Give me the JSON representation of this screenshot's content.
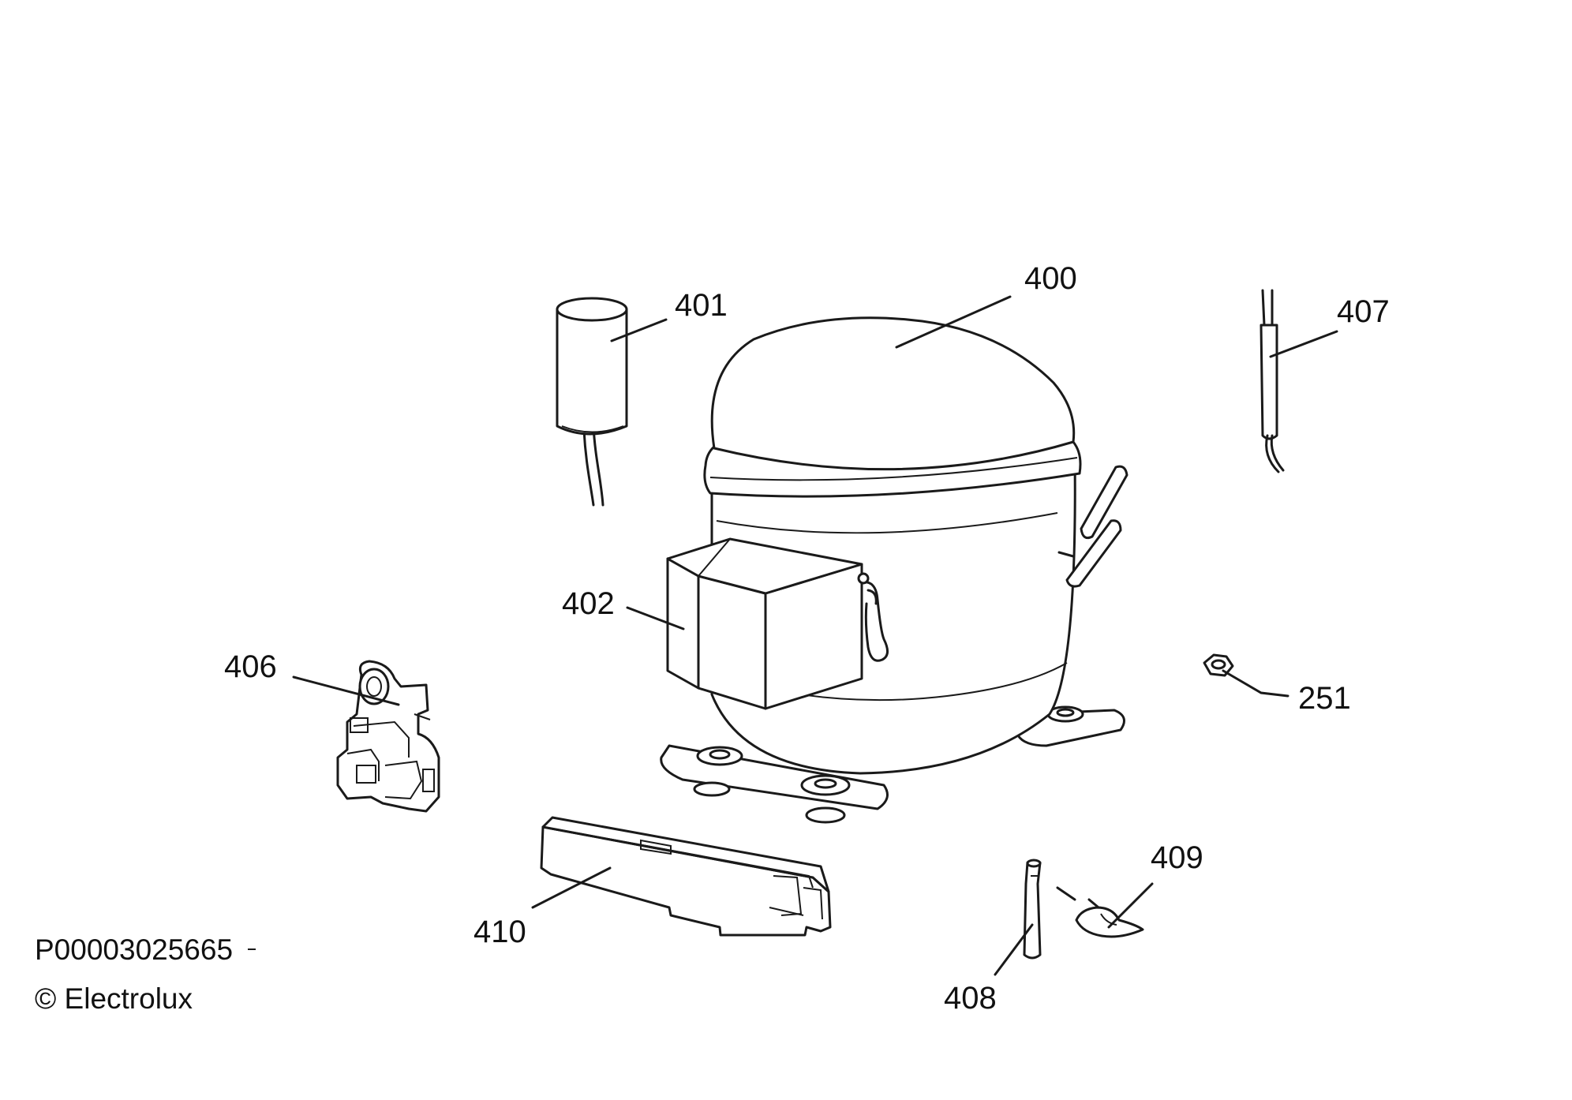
{
  "diagram": {
    "labels": {
      "p400": "400",
      "p401": "401",
      "p402": "402",
      "p406": "406",
      "p407": "407",
      "p251": "251",
      "p408": "408",
      "p409": "409",
      "p410": "410"
    },
    "footer": {
      "part_code": "P00003025665",
      "copyright": "© Electrolux"
    }
  }
}
